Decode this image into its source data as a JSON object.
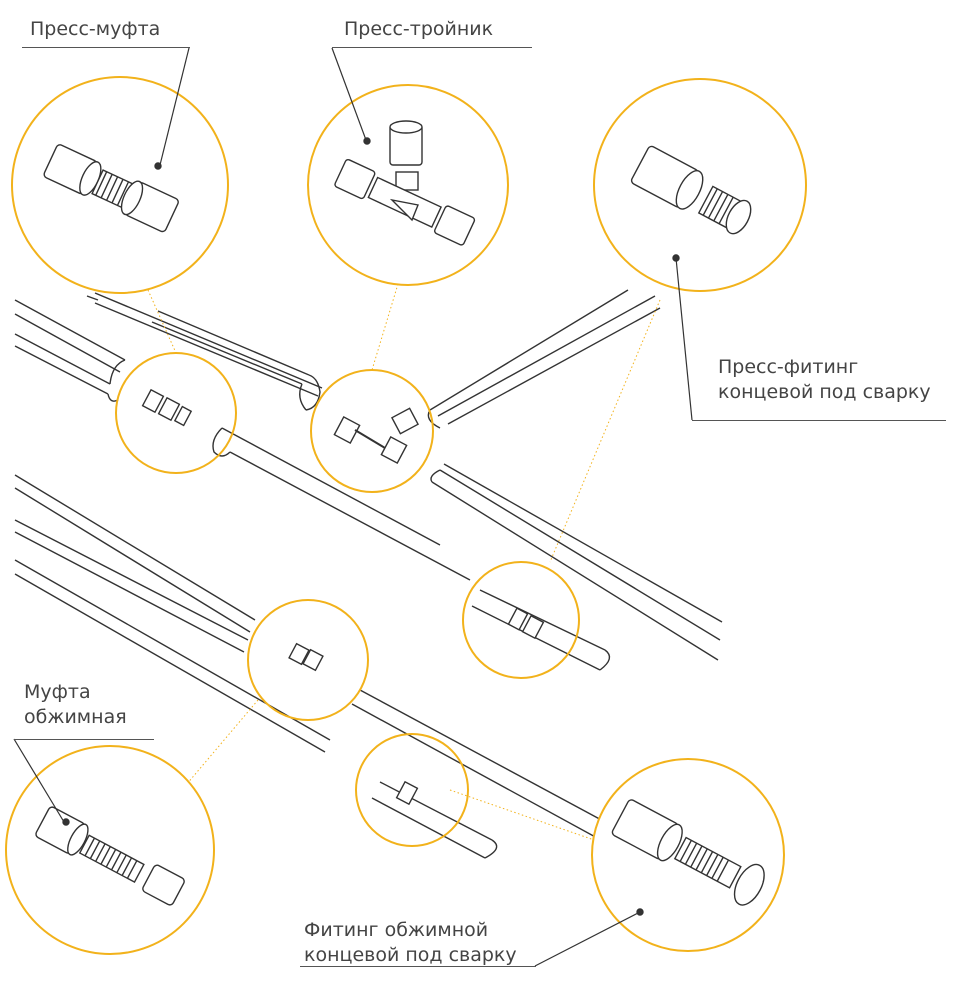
{
  "labels": {
    "press_coupling": "Пресс-муфта",
    "press_tee": "Пресс-тройник",
    "press_end_line1": "Пресс-фитинг",
    "press_end_line2": "концевой под сварку",
    "compression_coupling_line1": "Муфта",
    "compression_coupling_line2": "обжимная",
    "compression_end_line1": "Фитинг обжимной",
    "compression_end_line2": "концевой под сварку"
  },
  "colors": {
    "accent": "#F2B21B",
    "line": "#333333",
    "text": "#444444",
    "background": "#FFFFFF"
  }
}
